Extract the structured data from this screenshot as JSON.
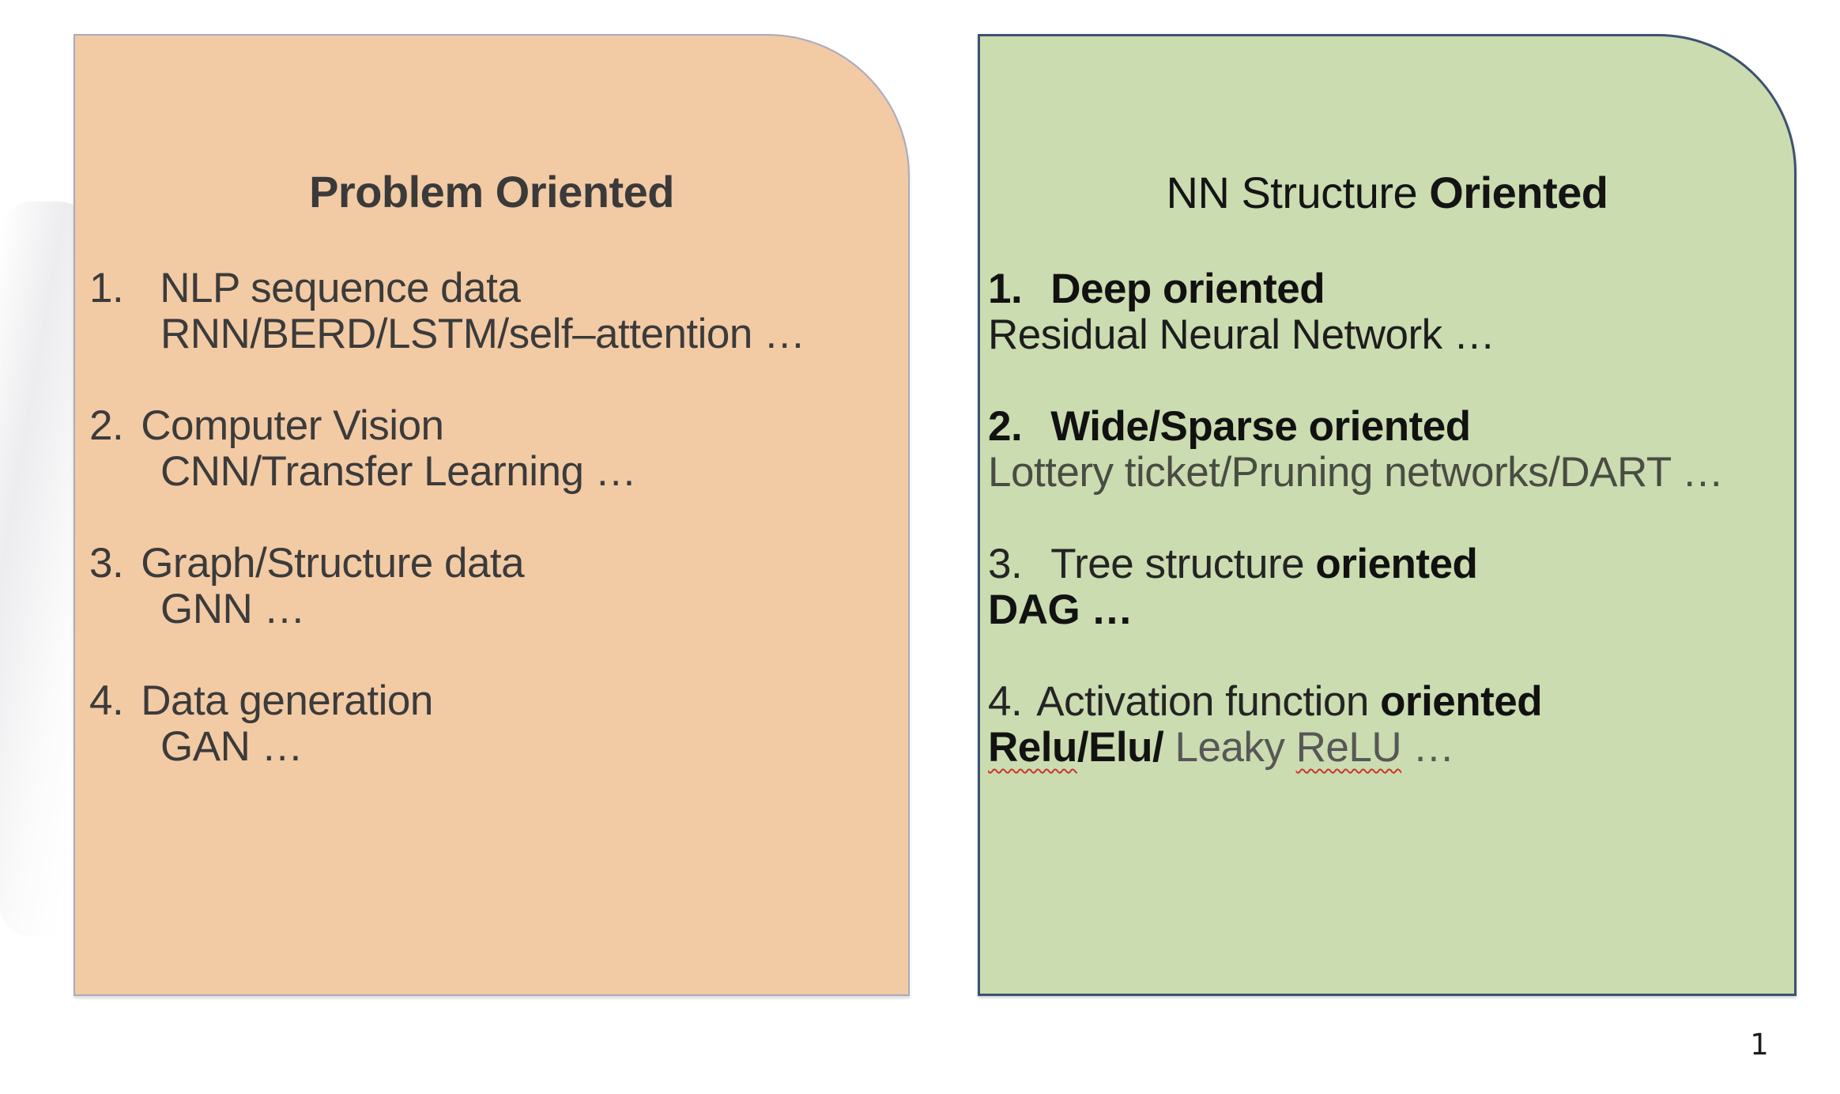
{
  "page": {
    "background": "#ffffff",
    "page_number": "1"
  },
  "left_box": {
    "fill": "#f2caa4",
    "border_color": "#a9abbd",
    "title": "Problem Oriented",
    "items": [
      {
        "num": "1.",
        "head": "NLP sequence data",
        "sub": "RNN/BERD/LSTM/self–attention …"
      },
      {
        "num": "2.",
        "head": "Computer Vision",
        "sub": "CNN/Transfer Learning …"
      },
      {
        "num": "3.",
        "head": "Graph/Structure data",
        "sub": "GNN …"
      },
      {
        "num": "4.",
        "head": "Data generation",
        "sub": "GAN …"
      }
    ]
  },
  "right_box": {
    "fill": "#cadcb0",
    "border_color": "#3d5270",
    "title_prefix": "NN Structure ",
    "title_bold": "Oriented",
    "items": [
      {
        "num": "1.",
        "head_pre": "",
        "head_bold": "Deep oriented",
        "sub": [
          {
            "t": "Residual Neural Network …",
            "cls": "seg reg"
          }
        ]
      },
      {
        "num": "2.",
        "head_pre": "",
        "head_bold": "Wide/Sparse oriented",
        "sub": [
          {
            "t": "Lottery ticket/Pruning networks/DART …",
            "cls": "seg gray"
          }
        ]
      },
      {
        "num": "3.",
        "head_pre": "Tree structure ",
        "head_bold": "oriented",
        "sub": [
          {
            "t": "DAG …",
            "cls": "seg bold"
          }
        ]
      },
      {
        "num": "4.",
        "head_pre": "Activation function ",
        "head_bold": "oriented",
        "sub": [
          {
            "t": "Relu",
            "cls": "seg bold squiggle"
          },
          {
            "t": "/Elu/ ",
            "cls": "seg bold"
          },
          {
            "t": "Leaky ",
            "cls": "seg gray2"
          },
          {
            "t": "ReLU",
            "cls": "seg gray2 squiggle"
          },
          {
            "t": " …",
            "cls": "seg gray2"
          }
        ]
      }
    ]
  }
}
